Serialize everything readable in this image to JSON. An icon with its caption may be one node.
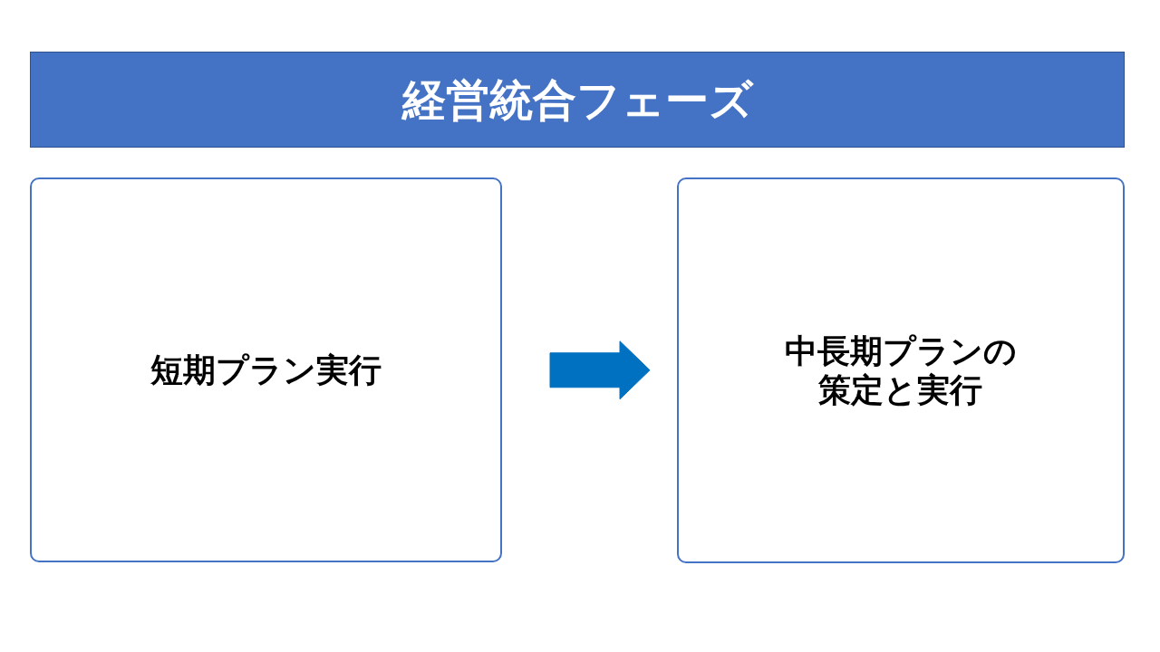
{
  "diagram": {
    "title": "経営統合フェーズ",
    "nodes": [
      {
        "text": [
          "短期プラン実行"
        ]
      },
      {
        "text": [
          "中長期プランの策定と実行"
        ]
      }
    ],
    "edges": [
      {
        "from": 0,
        "to": 1,
        "arrow": "to"
      }
    ]
  }
}
